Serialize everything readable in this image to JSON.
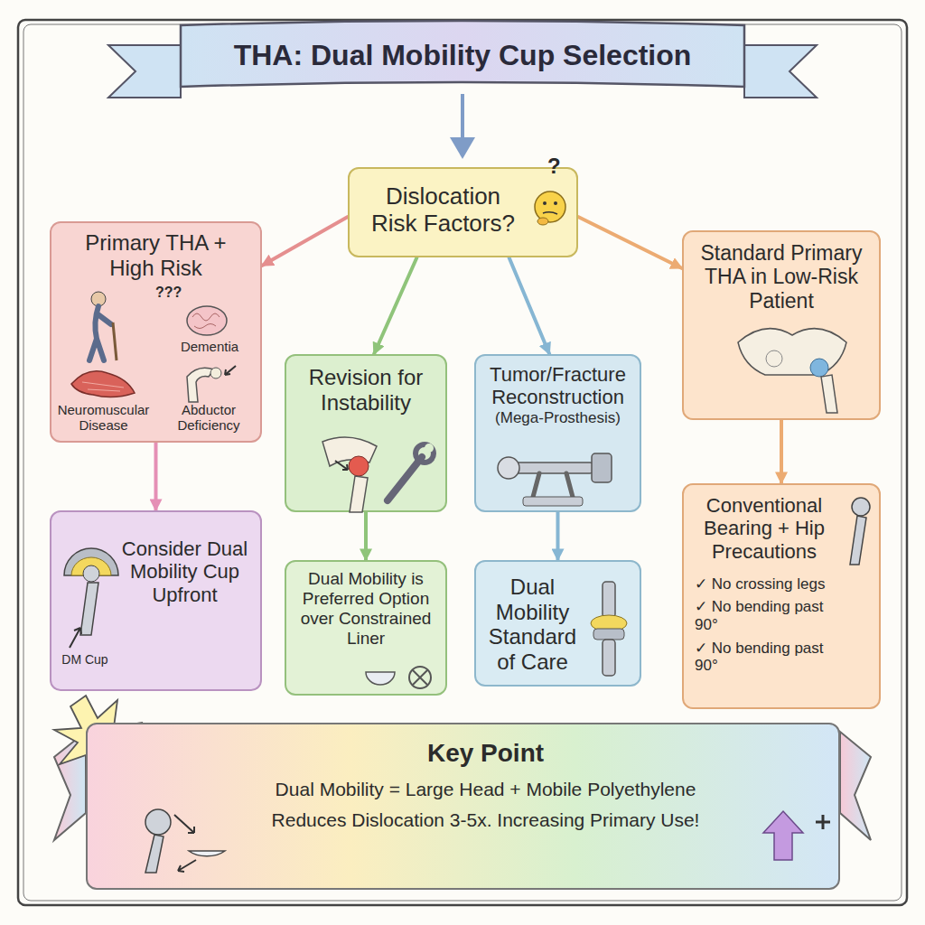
{
  "diagram": {
    "title": "THA: Dual Mobility Cup Selection",
    "nodes": [
      {
        "text": [
          "Dislocation Risk Factors?"
        ]
      },
      {
        "text": [
          "Primary THA + High Risk",
          "Dementia",
          "Neuromuscular Disease",
          "Abductor Deficiency"
        ]
      },
      {
        "text": [
          "Revision for Instability"
        ]
      },
      {
        "text": [
          "Tumor/Fracture Reconstruction",
          "(Mega-Prosthesis)"
        ]
      },
      {
        "text": [
          "Standard Primary THA in Low-Risk Patient"
        ]
      },
      {
        "text": [
          "Consider Dual Mobility Cup Upfront",
          "DM Cup"
        ]
      },
      {
        "text": [
          "Dual Mobility is Preferred Option over Constrained Liner"
        ]
      },
      {
        "text": [
          "Dual Mobility Standard of Care"
        ]
      },
      {
        "text": [
          "Conventional Bearing + Hip Precautions",
          "✓ No crossing legs",
          "✓ No bending past 90°",
          "✓ No bending past 90°"
        ]
      },
      {
        "text": [
          "Key Point",
          "Dual Mobility = Large Head + Mobile Polyethylene",
          "Reduces Dislocation 3-5x. Increasing Primary Use!"
        ]
      }
    ],
    "edges": [
      {
        "from": 0,
        "to": 1,
        "arrow": "to"
      },
      {
        "from": 0,
        "to": 2,
        "arrow": "to"
      },
      {
        "from": 0,
        "to": 3,
        "arrow": "to"
      },
      {
        "from": 0,
        "to": 4,
        "arrow": "to"
      },
      {
        "from": 1,
        "to": 5,
        "arrow": "to"
      },
      {
        "from": 2,
        "to": 6,
        "arrow": "to"
      },
      {
        "from": 3,
        "to": 7,
        "arrow": "to"
      },
      {
        "from": 4,
        "to": 8,
        "arrow": "to"
      }
    ],
    "labels": [
      "?",
      "???"
    ]
  }
}
